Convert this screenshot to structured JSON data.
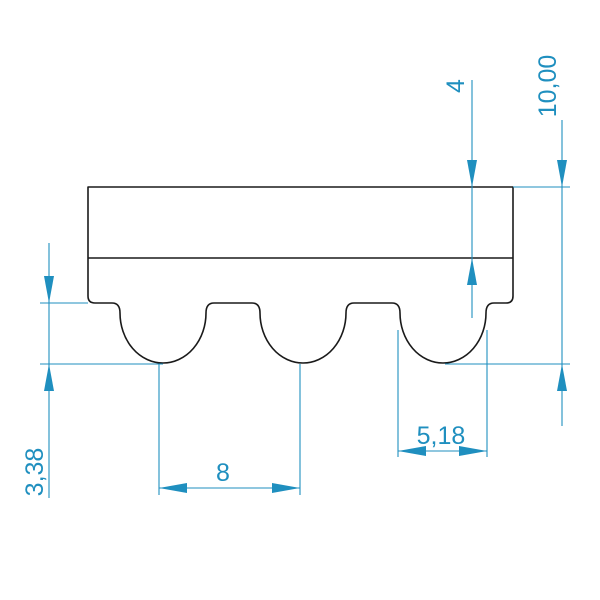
{
  "drawing": {
    "colors": {
      "outline": "#1a1a1a",
      "dimension": "#1f8fbf",
      "background": "#ffffff"
    },
    "dimensions": {
      "belt_height": "10,00",
      "back_thickness": "4",
      "tooth_height": "3,38",
      "pitch": "8",
      "tooth_width": "5,18"
    }
  }
}
